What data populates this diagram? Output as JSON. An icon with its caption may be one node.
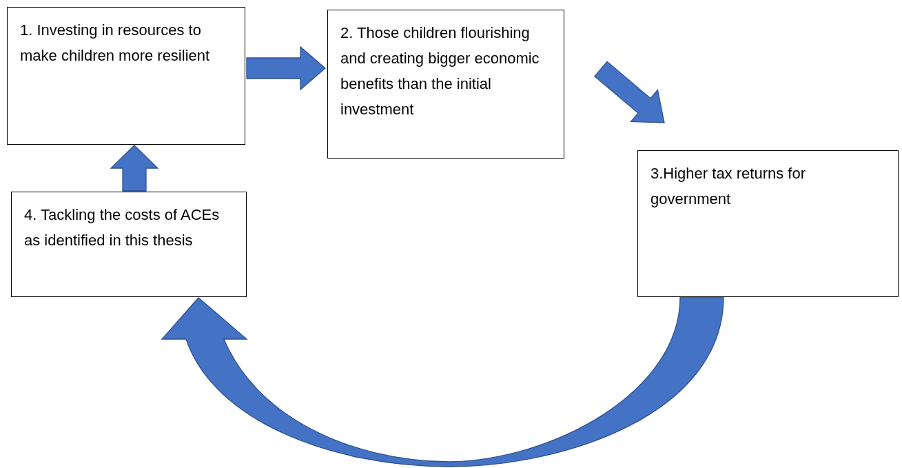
{
  "diagram": {
    "nodes": [
      {
        "text": [
          "1. Investing in resources to make children more resilient"
        ]
      },
      {
        "text": [
          "2. Those children flourishing and creating bigger economic benefits than the initial investment"
        ]
      },
      {
        "text": [
          "3.Higher tax returns for government"
        ]
      },
      {
        "text": [
          "4. Tackling the costs of ACEs as identified in this thesis"
        ]
      }
    ],
    "edges": [
      {
        "from": 0,
        "to": 1,
        "arrow": "to",
        "style": "thick"
      },
      {
        "from": 1,
        "to": 2,
        "arrow": "to",
        "style": "thick"
      },
      {
        "from": 2,
        "to": 3,
        "arrow": "to",
        "style": "thick"
      },
      {
        "from": 3,
        "to": 0,
        "arrow": "to",
        "style": "thick"
      }
    ]
  }
}
